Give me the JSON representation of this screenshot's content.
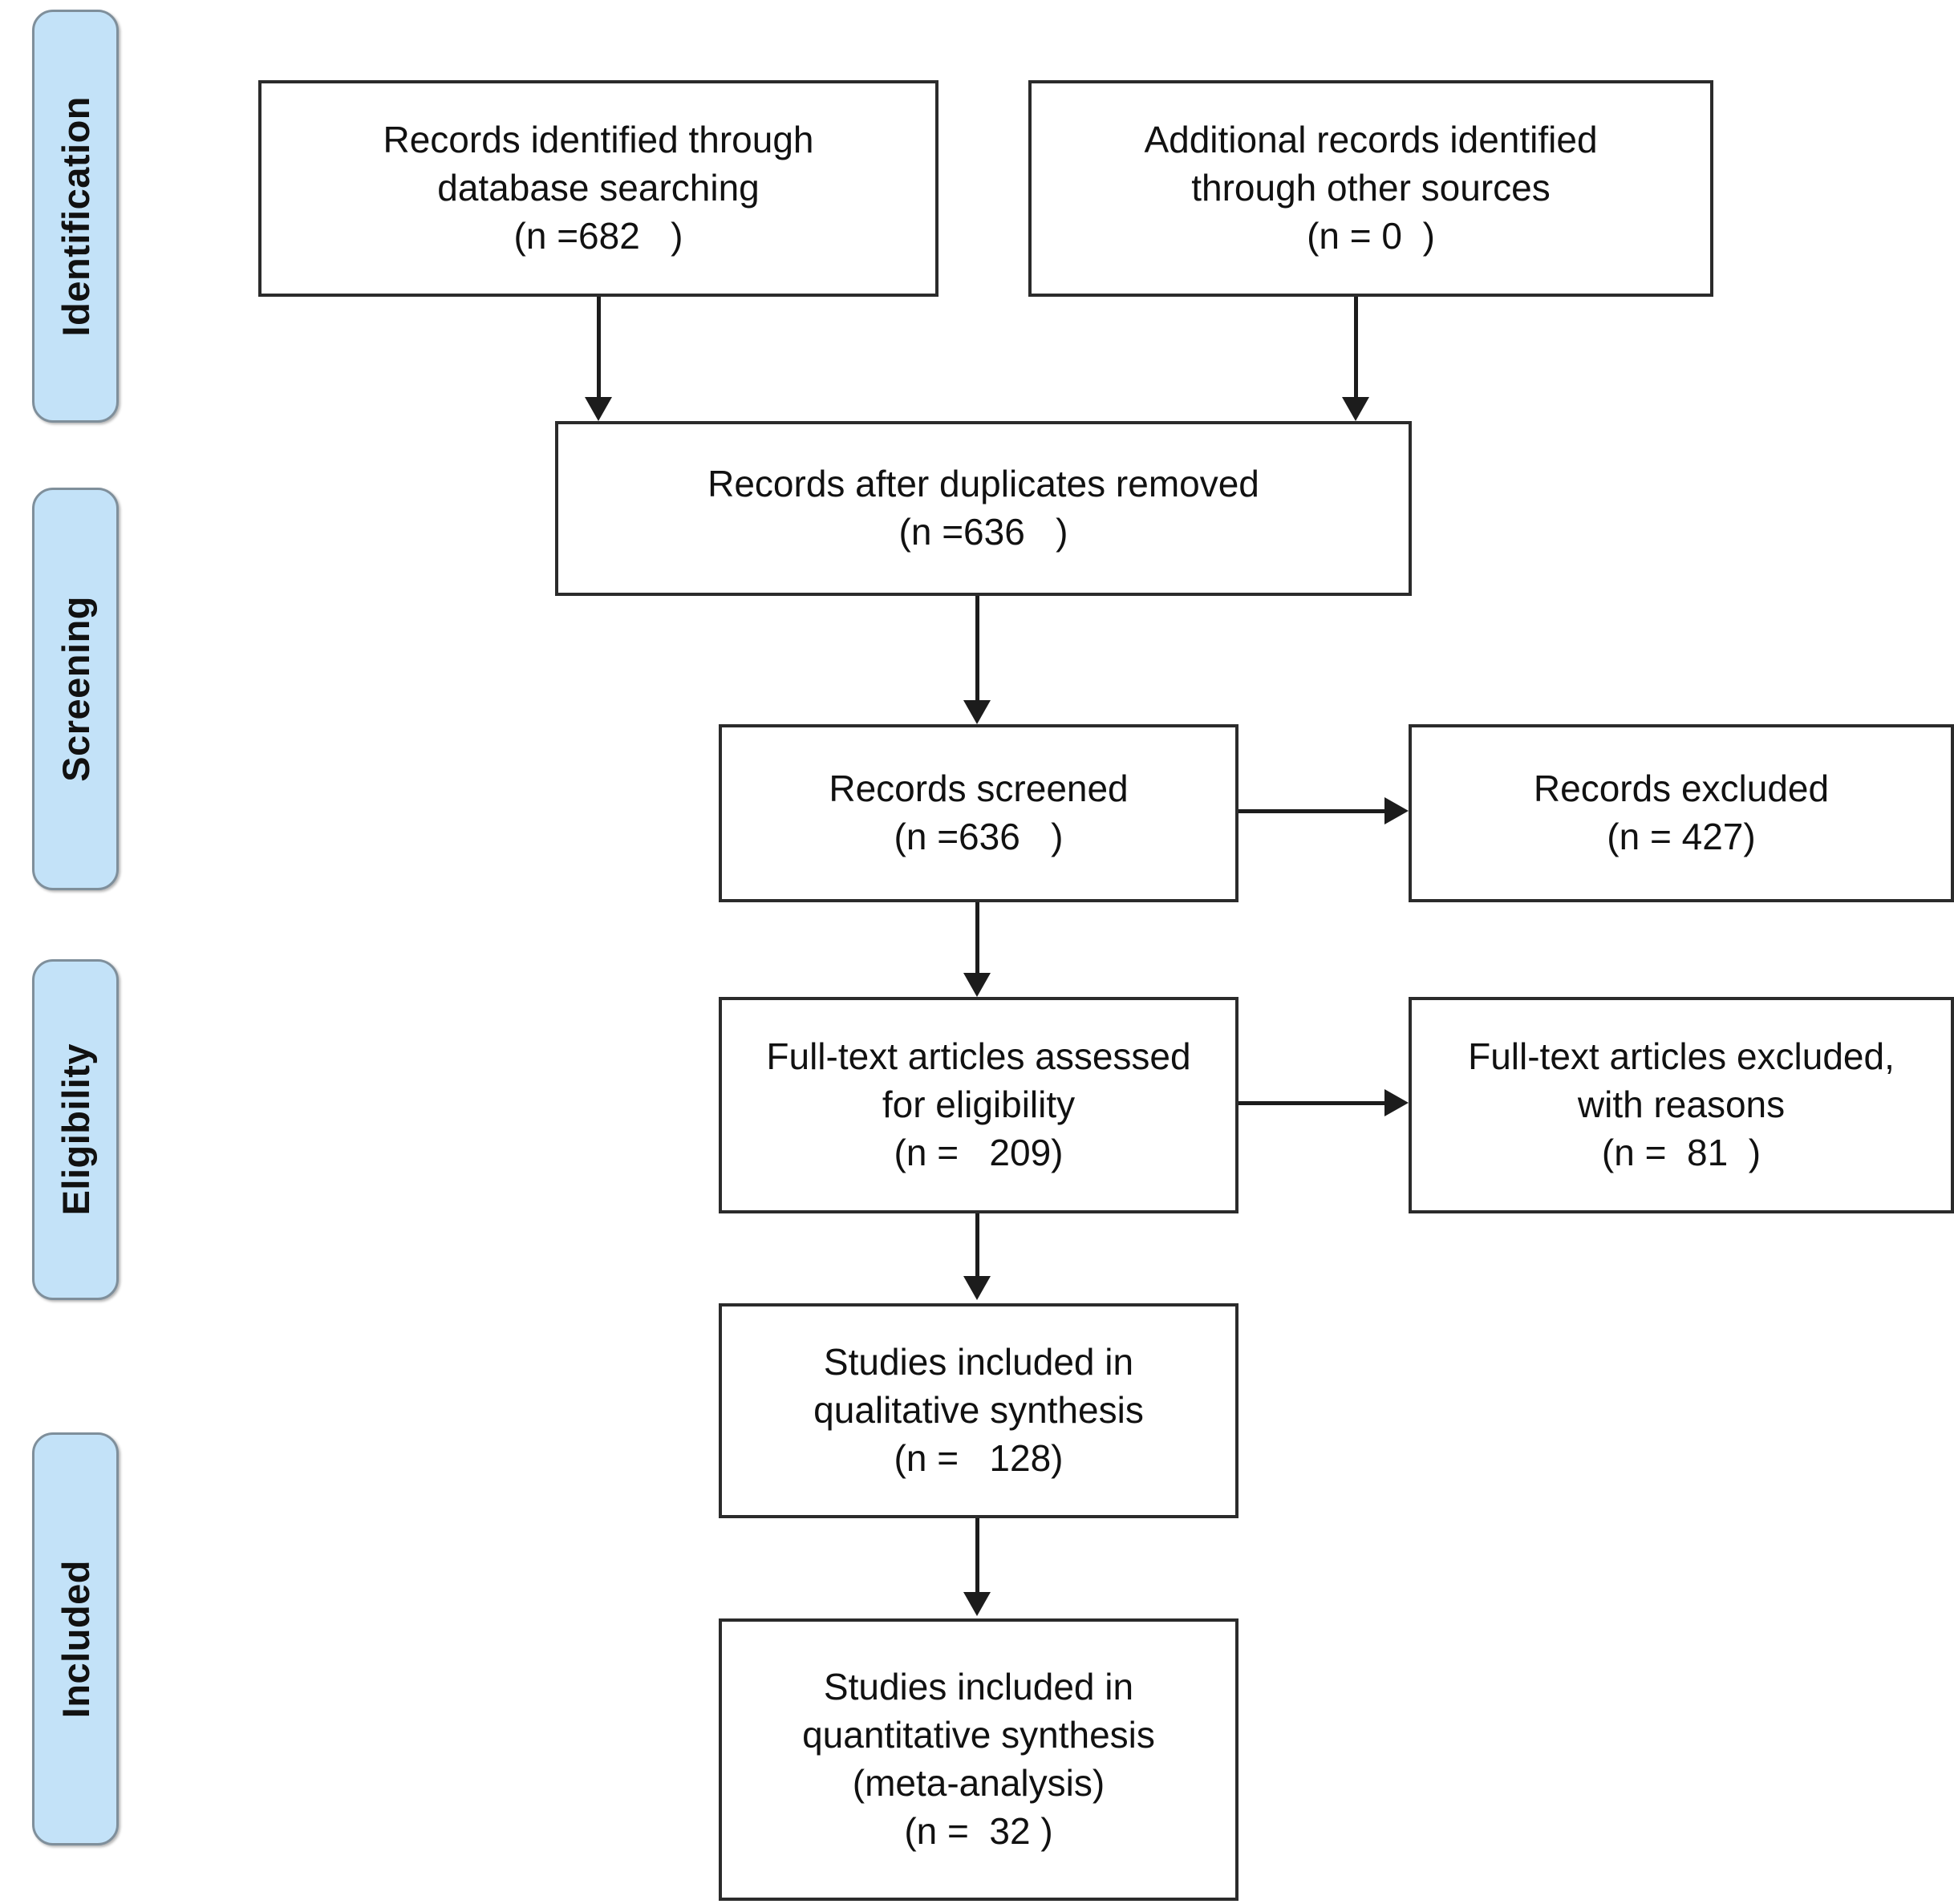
{
  "diagram": {
    "type": "prisma-flow-diagram",
    "title": "PRISMA flow diagram",
    "colors": {
      "stage_pill_fill": "#c3e2f8",
      "stage_pill_border": "#7f8f9b",
      "box_border": "#2b2b2b",
      "box_fill": "#ffffff",
      "connector": "#1c1c1c",
      "text": "#111111",
      "background": "#ffffff"
    },
    "stages": [
      {
        "id": "identification",
        "label": "Identification"
      },
      {
        "id": "screening",
        "label": "Screening"
      },
      {
        "id": "eligibility",
        "label": "Eligibility"
      },
      {
        "id": "included",
        "label": "Included"
      }
    ],
    "boxes": [
      {
        "id": "records-identified-database",
        "stage": "identification",
        "lines": [
          "Records identified through",
          "database searching",
          "(n =682   )"
        ],
        "n": 682
      },
      {
        "id": "additional-records-other-sources",
        "stage": "identification",
        "lines": [
          "Additional records identified",
          "through other sources",
          "(n = 0  )"
        ],
        "n": 0
      },
      {
        "id": "records-after-duplicates-removed",
        "stage": "screening",
        "lines": [
          "Records after duplicates removed",
          "(n =636   )"
        ],
        "n": 636
      },
      {
        "id": "records-screened",
        "stage": "screening",
        "lines": [
          "Records screened",
          "(n =636   )"
        ],
        "n": 636
      },
      {
        "id": "records-excluded",
        "stage": "screening",
        "lines": [
          "Records excluded",
          "(n = 427)"
        ],
        "n": 427
      },
      {
        "id": "fulltext-assessed",
        "stage": "eligibility",
        "lines": [
          "Full-text articles assessed",
          "for eligibility",
          "(n =   209)"
        ],
        "n": 209
      },
      {
        "id": "fulltext-excluded",
        "stage": "eligibility",
        "lines": [
          "Full-text articles excluded,",
          "with reasons",
          "(n =  81  )"
        ],
        "n": 81
      },
      {
        "id": "studies-qualitative",
        "stage": "included",
        "lines": [
          "Studies included in",
          "qualitative synthesis",
          "(n =   128)"
        ],
        "n": 128
      },
      {
        "id": "studies-quantitative",
        "stage": "included",
        "lines": [
          "Studies included in",
          "quantitative synthesis",
          "(meta-analysis)",
          "(n =  32 )"
        ],
        "n": 32
      }
    ],
    "connectors": [
      {
        "id": "db-to-dedup",
        "from": "records-identified-database",
        "to": "records-after-duplicates-removed",
        "direction": "down"
      },
      {
        "id": "other-to-dedup",
        "from": "additional-records-other-sources",
        "to": "records-after-duplicates-removed",
        "direction": "down"
      },
      {
        "id": "dedup-to-screened",
        "from": "records-after-duplicates-removed",
        "to": "records-screened",
        "direction": "down"
      },
      {
        "id": "screened-to-excluded",
        "from": "records-screened",
        "to": "records-excluded",
        "direction": "right"
      },
      {
        "id": "screened-to-fulltext",
        "from": "records-screened",
        "to": "fulltext-assessed",
        "direction": "down"
      },
      {
        "id": "fulltext-to-excluded",
        "from": "fulltext-assessed",
        "to": "fulltext-excluded",
        "direction": "right"
      },
      {
        "id": "fulltext-to-qualitative",
        "from": "fulltext-assessed",
        "to": "studies-qualitative",
        "direction": "down"
      },
      {
        "id": "qualitative-to-quantitative",
        "from": "studies-qualitative",
        "to": "studies-quantitative",
        "direction": "down"
      }
    ]
  }
}
